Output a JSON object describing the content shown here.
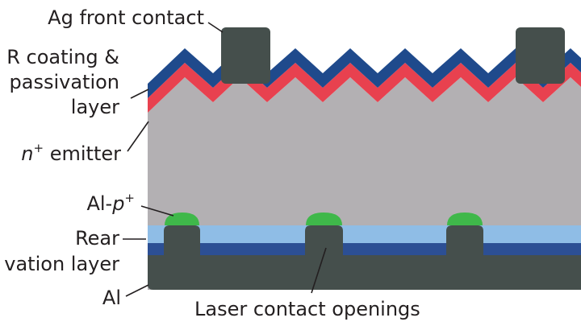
{
  "labels": {
    "ag_front_contact": "Ag front contact",
    "ar_coating_line1": "R coating &",
    "ar_coating_line2": "passivation",
    "ar_coating_line3": "layer",
    "emitter_base": "n",
    "emitter_sup": "+",
    "emitter_suffix": " emitter",
    "al_p_prefix": "Al-",
    "al_p_italic": "p",
    "al_p_sup": "+",
    "rear_line1": "Rear",
    "rear_line2": "vation layer",
    "al": "Al",
    "laser_openings": "Laser contact openings"
  },
  "colors": {
    "background": "#ffffff",
    "bulk_silicon": "#b3b0b3",
    "ar_coating": "#1f4a8c",
    "n_emitter": "#e8414f",
    "ag_contact": "#454f4c",
    "rear_passivation_light": "#8fbde6",
    "rear_passivation_dark": "#2c4f94",
    "al_rear": "#454f4c",
    "al_p_plus": "#3fb84a",
    "text": "#231f20"
  }
}
